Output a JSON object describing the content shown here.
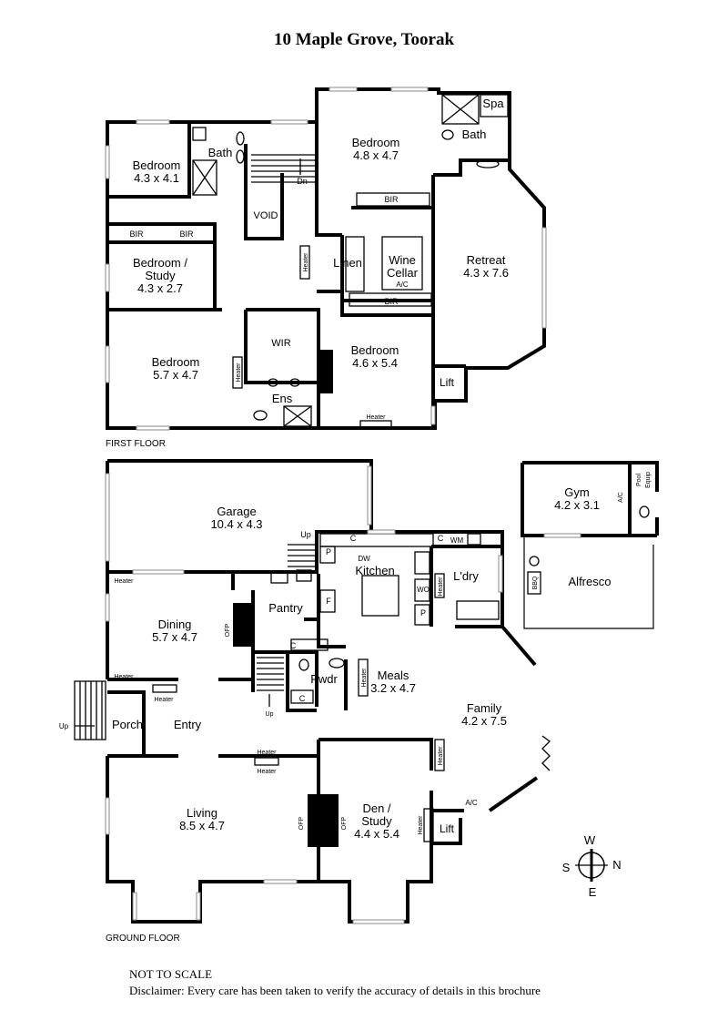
{
  "title": "10 Maple Grove, Toorak",
  "floors": {
    "first": "FIRST FLOOR",
    "ground": "GROUND FLOOR"
  },
  "first_floor_rooms": [
    {
      "name": "Bedroom",
      "dim": "4.3 x 4.1"
    },
    {
      "name": "Bath",
      "dim": ""
    },
    {
      "name": "Bedroom",
      "dim": "4.8 x 4.7"
    },
    {
      "name": "Bath",
      "dim": ""
    },
    {
      "name": "Spa",
      "dim": ""
    },
    {
      "name": "VOID",
      "dim": ""
    },
    {
      "name": "Bedroom /",
      "dim": "Study"
    },
    {
      "name": "Retreat",
      "dim": "4.3 x 7.6"
    },
    {
      "name": "Linen",
      "dim": ""
    },
    {
      "name": "Wine",
      "dim": "Cellar"
    },
    {
      "name": "Bedroom",
      "dim": "5.7 x 4.7"
    },
    {
      "name": "WIR",
      "dim": ""
    },
    {
      "name": "Bedroom",
      "dim": "4.6 x 5.4"
    },
    {
      "name": "Ens",
      "dim": ""
    },
    {
      "name": "Lift",
      "dim": ""
    }
  ],
  "first_extra": {
    "study_dim": "4.3 x 2.7",
    "bir": "BIR",
    "dn": "Dn",
    "heater": "Heater",
    "ac": "A/C"
  },
  "ground_floor_rooms": [
    {
      "name": "Garage",
      "dim": "10.4 x 4.3"
    },
    {
      "name": "Kitchen",
      "dim": ""
    },
    {
      "name": "L'dry",
      "dim": ""
    },
    {
      "name": "Pantry",
      "dim": ""
    },
    {
      "name": "Dining",
      "dim": "5.7 x 4.7"
    },
    {
      "name": "Pwdr",
      "dim": ""
    },
    {
      "name": "Meals",
      "dim": "3.2 x 4.7"
    },
    {
      "name": "Family",
      "dim": "4.2 x 7.5"
    },
    {
      "name": "Porch",
      "dim": ""
    },
    {
      "name": "Entry",
      "dim": ""
    },
    {
      "name": "Living",
      "dim": "8.5 x 4.7"
    },
    {
      "name": "Den /",
      "dim": "Study"
    },
    {
      "name": "Lift",
      "dim": ""
    },
    {
      "name": "Gym",
      "dim": "4.2 x 3.1"
    },
    {
      "name": "Alfresco",
      "dim": ""
    }
  ],
  "ground_extra": {
    "den_dim": "4.4 x 5.4",
    "up": "Up",
    "dw": "DW",
    "wm": "WM",
    "wo": "WO",
    "p": "P",
    "f": "F",
    "c": "C",
    "ofp": "OFP",
    "bbq": "BBQ",
    "pool": "Pool",
    "equip": "Equip",
    "heater": "Heater",
    "ac": "A/C"
  },
  "compass": {
    "n": "N",
    "s": "S",
    "e": "E",
    "w": "W"
  },
  "footer": {
    "scale": "NOT TO SCALE",
    "disclaimer": "Disclaimer: Every care has been taken to verify the accuracy of details in this brochure"
  }
}
